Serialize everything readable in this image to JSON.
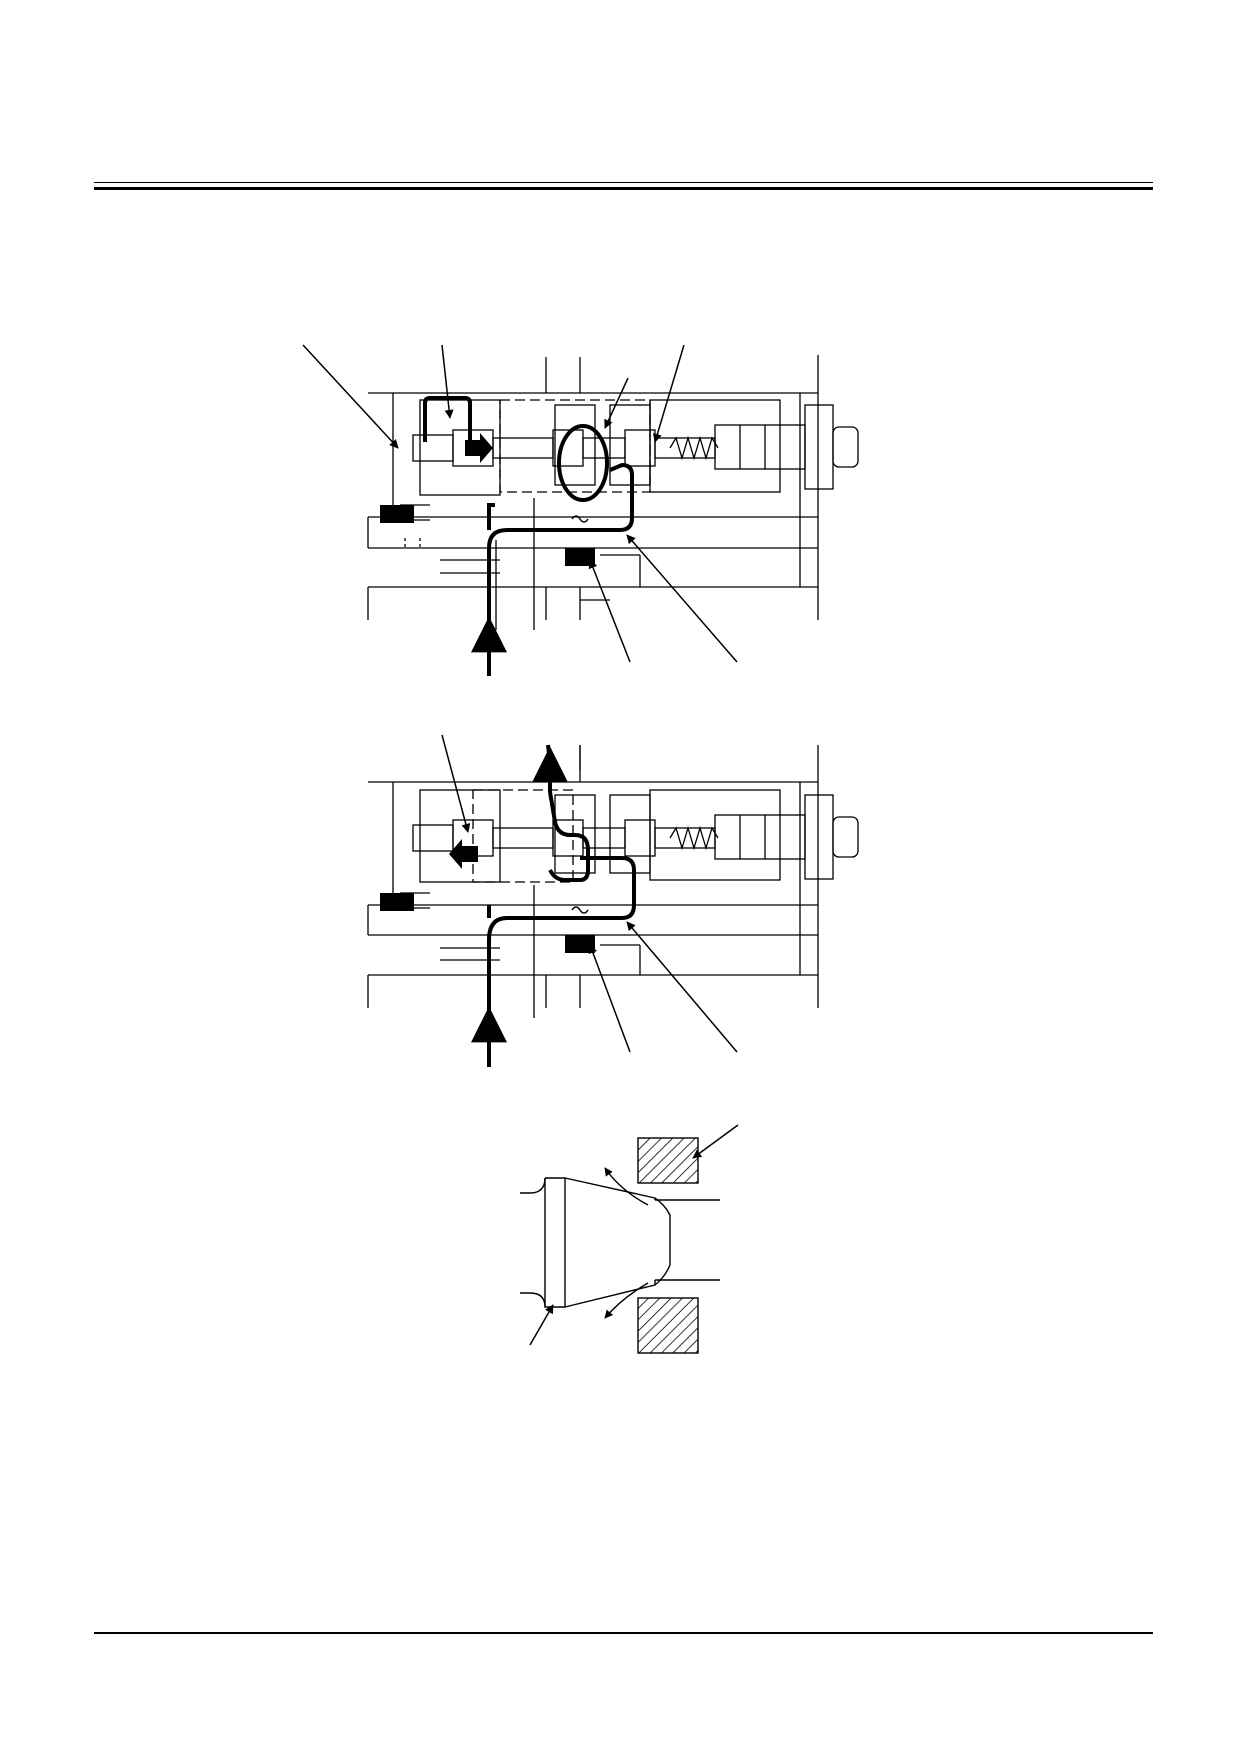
{
  "document": {
    "header_text": "",
    "footer_text": "",
    "figures": [
      {
        "id": "valve-section-1",
        "caption": ""
      },
      {
        "id": "valve-section-2",
        "caption": ""
      },
      {
        "id": "spool-detail",
        "caption": ""
      }
    ]
  },
  "style": {
    "ink": "#000000",
    "paper": "#ffffff"
  }
}
